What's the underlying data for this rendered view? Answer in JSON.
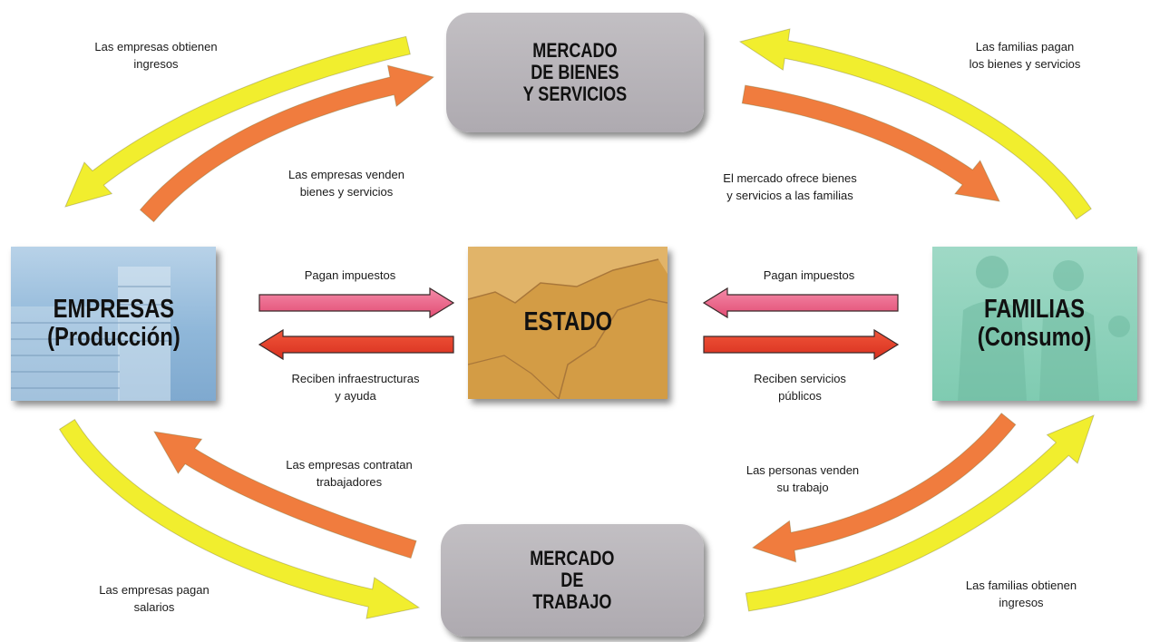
{
  "nodes": {
    "mercado_bienes": [
      "MERCADO",
      "DE BIENES",
      "Y SERVICIOS"
    ],
    "empresas": [
      "EMPRESAS",
      "(Producción)"
    ],
    "estado": [
      "ESTADO"
    ],
    "familias": [
      "FAMILIAS",
      "(Consumo)"
    ],
    "mercado_trabajo": [
      "MERCADO",
      "DE",
      "TRABAJO"
    ]
  },
  "labels": {
    "empresas_obtienen": [
      "Las empresas obtienen",
      "ingresos"
    ],
    "familias_pagan": [
      "Las familias pagan",
      "los bienes y servicios"
    ],
    "empresas_venden": [
      "Las empresas venden",
      "bienes y servicios"
    ],
    "mercado_ofrece": [
      "El mercado ofrece bienes",
      "y servicios a las familias"
    ],
    "pagan_impuestos_izq": [
      "Pagan impuestos"
    ],
    "pagan_impuestos_der": [
      "Pagan impuestos"
    ],
    "reciben_infraestructuras": [
      "Reciben infraestructuras",
      "y ayuda"
    ],
    "reciben_servicios": [
      "Reciben servicios",
      "públicos"
    ],
    "empresas_contratan": [
      "Las empresas contratan",
      "trabajadores"
    ],
    "personas_venden": [
      "Las personas venden",
      "su trabajo"
    ],
    "empresas_pagan": [
      "Las empresas pagan",
      "salarios"
    ],
    "familias_obtienen": [
      "Las familias obtienen",
      "ingresos"
    ]
  },
  "colors": {
    "yellow_flow": "#f1ee2e",
    "orange_flow": "#f07c3e",
    "pink_flow": "#e85a7e",
    "red_flow": "#e53f2c",
    "market_fill": "#b3afb4",
    "empresas_fill": "#8fb7d9",
    "estado_fill": "#d9a852",
    "familias_fill": "#8fd1bb"
  }
}
